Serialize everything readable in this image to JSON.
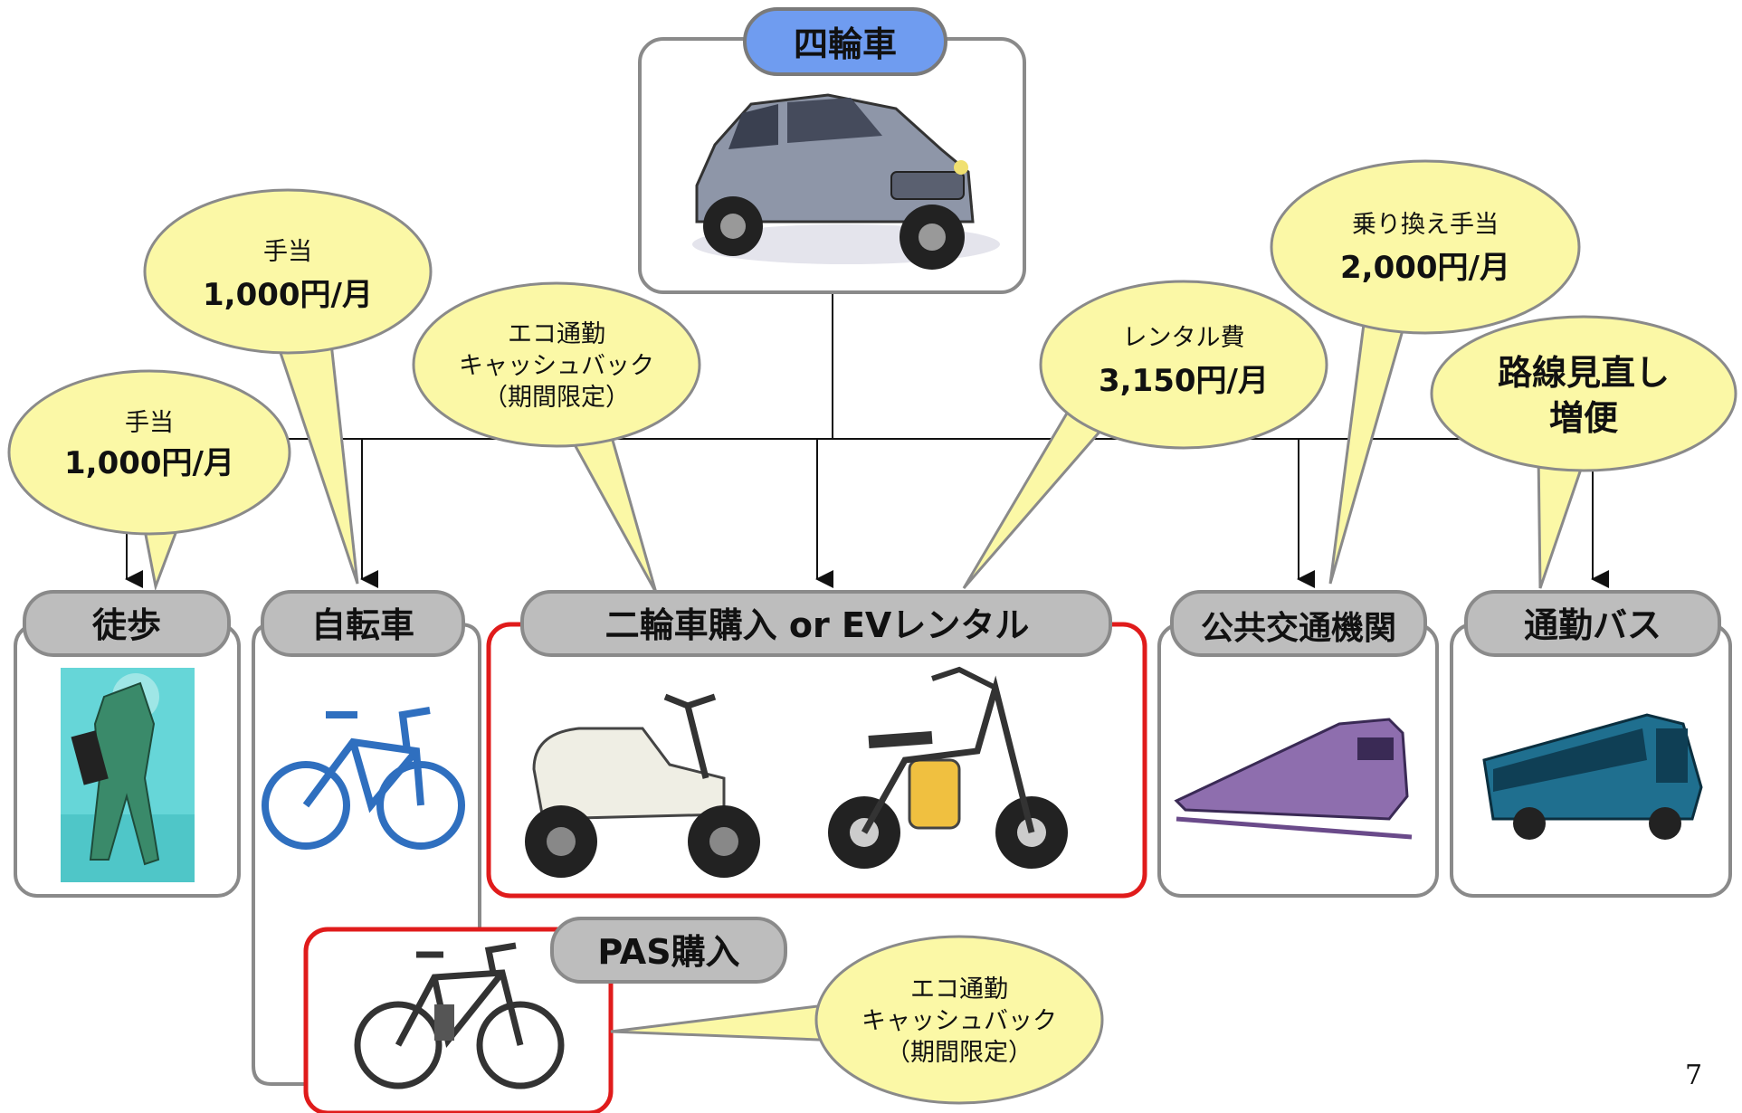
{
  "top": {
    "label": "四輪車",
    "accent": "#6f9cf0"
  },
  "categories": {
    "walk": "徒歩",
    "bicycle": "自転車",
    "motorbike": "二輪車購入 or EVレンタル",
    "public": "公共交通機関",
    "bus": "通勤バス",
    "pas": "PAS購入"
  },
  "bubbles": {
    "walk": {
      "line1": "手当",
      "line2": "1,000円/月"
    },
    "bicycle": {
      "line1": "手当",
      "line2": "1,000円/月"
    },
    "eco": {
      "line1": "エコ通勤",
      "line2": "キャッシュバック",
      "line3": "（期間限定）"
    },
    "rental": {
      "line1": "レンタル費",
      "line2": "3,150円/月"
    },
    "transfer": {
      "line1": "乗り換え手当",
      "line2": "2,000円/月"
    },
    "route": {
      "line1": "路線見直し",
      "line2": "増便"
    },
    "pas_eco": {
      "line1": "エコ通勤",
      "line2": "キャッシュバック",
      "line3": "（期間限定）"
    }
  },
  "page_number": "7",
  "colors": {
    "bubble": "#fbf8a6",
    "pill": "#bdbdbd",
    "highlight": "#e01b1b",
    "frame": "#8a8a8a"
  }
}
